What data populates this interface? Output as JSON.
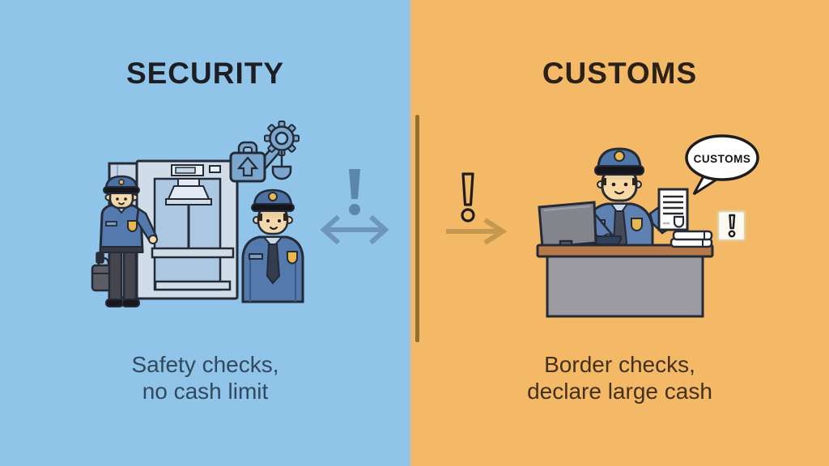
{
  "left_panel": {
    "title": "SECURITY",
    "caption_line1": "Safety checks,",
    "caption_line2": "no cash limit"
  },
  "right_panel": {
    "title": "CUSTOMS",
    "caption_line1": "Border checks,",
    "caption_line2": "declare large cash",
    "speech_bubble_label": "CUSTOMS"
  },
  "icons": {
    "left": [
      "security-officer-icon",
      "metal-detector-icon",
      "padlock-icon",
      "gear-icon",
      "shovel-icon",
      "officer-bust-icon",
      "exclamation-icon",
      "double-arrow-icon"
    ],
    "right": [
      "customs-officer-icon",
      "monitor-icon",
      "desk-icon",
      "document-icon",
      "books-icon",
      "speech-bubble-icon",
      "alert-card-icon",
      "exclamation-outline-icon",
      "right-arrow-icon"
    ]
  },
  "colors": {
    "left_bg": "#90c4e8",
    "right_bg": "#f3b966",
    "divider_line": "#8f7030",
    "left_title": "#1d1d24",
    "right_title": "#2a2119",
    "left_caption": "#33485e",
    "right_caption": "#44301d",
    "left_accent": "#5d86ad",
    "left_arrow": "#6e96ba",
    "right_arrow": "#c6974f",
    "outline_dark": "#23262e",
    "uniform_blue": "#5379ad",
    "badge_gold": "#e9b94f",
    "skin": "#f8d9a7"
  }
}
